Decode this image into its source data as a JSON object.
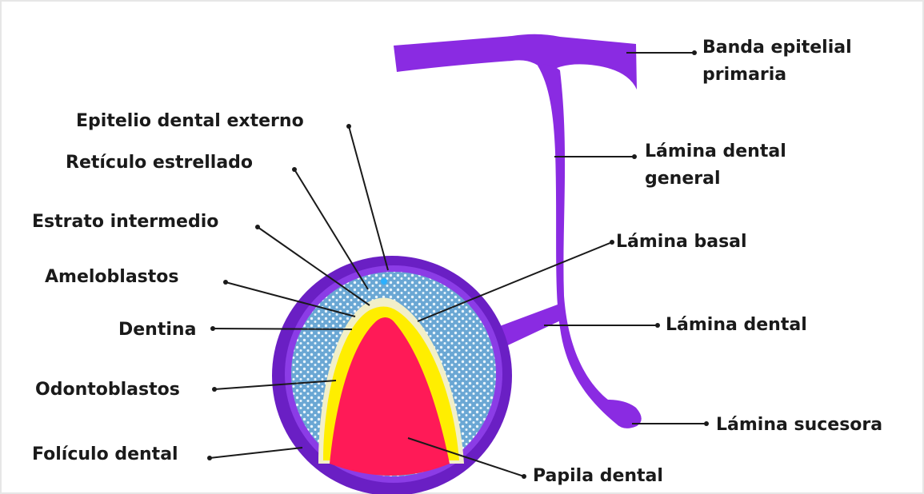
{
  "colors": {
    "background": "#ffffff",
    "frame_border": "#e6e6e6",
    "dental_lamina": "#8a2be2",
    "follicle": "#6a1fc4",
    "stellate_reticulum": "#7fb6dc",
    "enamel_organ_outer": "#cfe6f3",
    "ameloblasts": "#fff59a",
    "dentin": "#ffee00",
    "odontoblasts": "#f2e6a0",
    "dental_papilla": "#ff1a57",
    "text": "#1a1a1a"
  },
  "labels": {
    "banda_epitelial_1": "Banda epitelial",
    "banda_epitelial_2": "primaria",
    "lamina_dental_general_1": "Lámina dental",
    "lamina_dental_general_2": "general",
    "lamina_basal": "Lámina basal",
    "lamina_dental": "Lámina dental",
    "lamina_sucesora": "Lámina sucesora",
    "epitelio_dental_externo": "Epitelio dental externo",
    "reticulo_estrellado": "Retículo estrellado",
    "estrato_intermedio": "Estrato intermedio",
    "ameloblastos": "Ameloblastos",
    "dentina": "Dentina",
    "odontoblastos": "Odontoblastos",
    "foliculo_dental": "Folículo dental",
    "papila_dental": "Papila dental"
  }
}
